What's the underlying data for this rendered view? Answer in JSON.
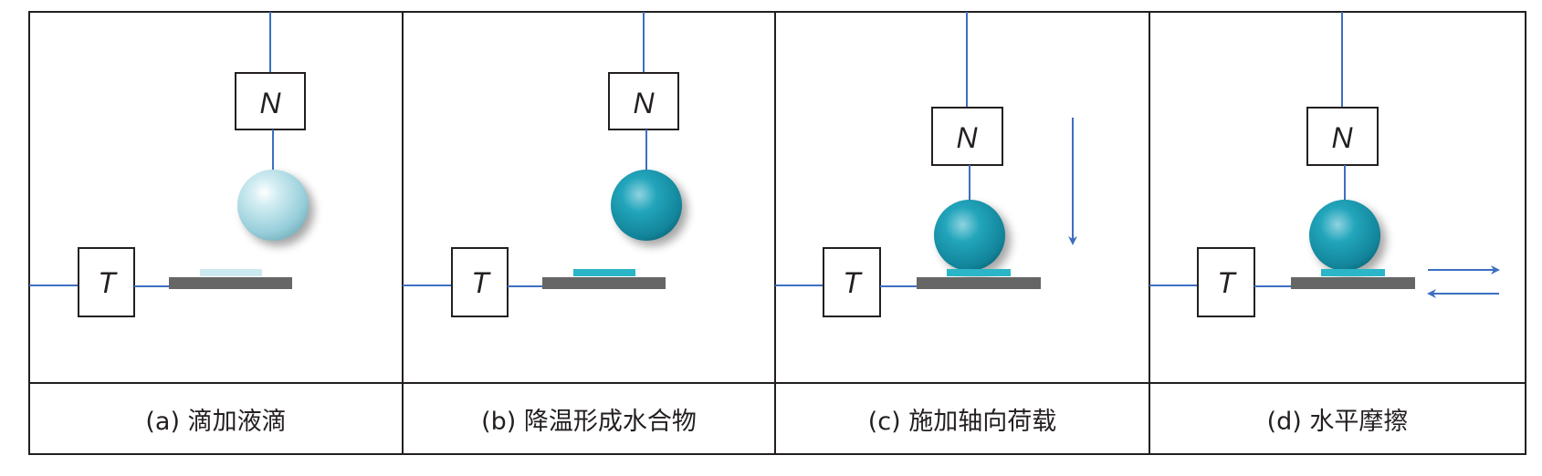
{
  "panels": [
    {
      "id": "a",
      "caption": "(a) 滴加液滴",
      "n_label": "N",
      "t_label": "T",
      "state": "droplet-liquid",
      "motion": "none"
    },
    {
      "id": "b",
      "caption": "(b) 降温形成水合物",
      "n_label": "N",
      "t_label": "T",
      "state": "hydrate-formed",
      "motion": "none"
    },
    {
      "id": "c",
      "caption": "(c) 施加轴向荷载",
      "n_label": "N",
      "t_label": "T",
      "state": "hydrate-formed",
      "motion": "axial-load-arrow"
    },
    {
      "id": "d",
      "caption": "(d) 水平摩擦",
      "n_label": "N",
      "t_label": "T",
      "state": "hydrate-formed",
      "motion": "horizontal-friction-arrows"
    }
  ],
  "colors": {
    "line": "#3d6fc2",
    "border": "#231f20",
    "substrate": "#666666",
    "film_liquid": "#cce9f1",
    "film_hydrate": "#2bb6c7",
    "ball_liquid": "#a9d9e3",
    "ball_hydrate": "#1797ad"
  }
}
